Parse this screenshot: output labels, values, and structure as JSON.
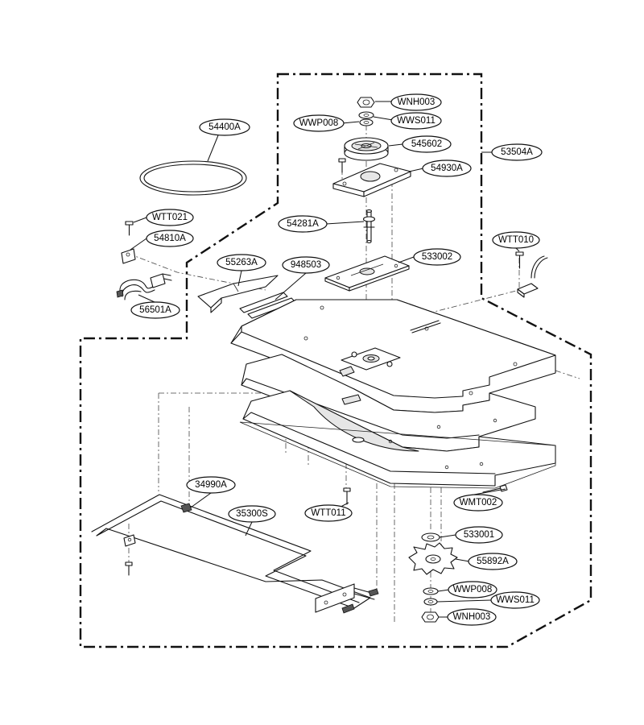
{
  "labels": [
    {
      "id": "54400A",
      "text": "54400A"
    },
    {
      "id": "WNH003_top",
      "text": "WNH003"
    },
    {
      "id": "WWP008_top",
      "text": "WWP008"
    },
    {
      "id": "WWS011_top",
      "text": "WWS011"
    },
    {
      "id": "545602",
      "text": "545602"
    },
    {
      "id": "53504A",
      "text": "53504A"
    },
    {
      "id": "54930A",
      "text": "54930A"
    },
    {
      "id": "WTT021",
      "text": "WTT021"
    },
    {
      "id": "54281A",
      "text": "54281A"
    },
    {
      "id": "54810A",
      "text": "54810A"
    },
    {
      "id": "WTT010",
      "text": "WTT010"
    },
    {
      "id": "533002",
      "text": "533002"
    },
    {
      "id": "55263A",
      "text": "55263A"
    },
    {
      "id": "948503",
      "text": "948503"
    },
    {
      "id": "56501A",
      "text": "56501A"
    },
    {
      "id": "34990A",
      "text": "34990A"
    },
    {
      "id": "35300S",
      "text": "35300S"
    },
    {
      "id": "WTT011",
      "text": "WTT011"
    },
    {
      "id": "WMT002",
      "text": "WMT002"
    },
    {
      "id": "533001",
      "text": "533001"
    },
    {
      "id": "55892A",
      "text": "55892A"
    },
    {
      "id": "WWP008_bot",
      "text": "WWP008"
    },
    {
      "id": "WWS011_bot",
      "text": "WWS011"
    },
    {
      "id": "WNH003_bot",
      "text": "WNH003"
    }
  ]
}
